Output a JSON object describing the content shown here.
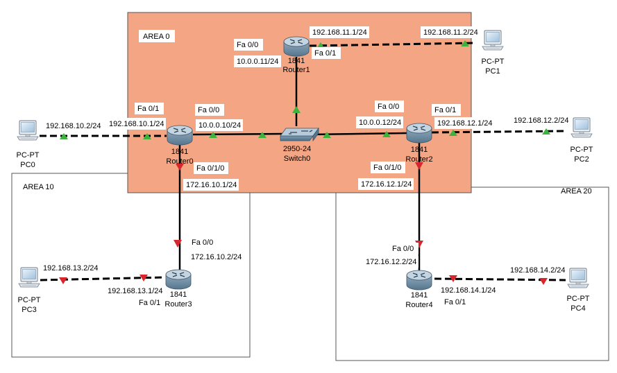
{
  "colors": {
    "area0_fill": "#f4a583",
    "area_border": "#555555",
    "link_up": "#3cb33c",
    "link_down": "#d9262d",
    "router_body": "#7c98ad",
    "router_top": "#b7cbd8",
    "switch_body": "#6f8ea6"
  },
  "areas": [
    {
      "id": "area0",
      "label": "AREA 0"
    },
    {
      "id": "area10",
      "label": "AREA 10"
    },
    {
      "id": "area20",
      "label": "AREA 20"
    }
  ],
  "devices": {
    "router0": {
      "model": "1841",
      "name": "Router0"
    },
    "router1": {
      "model": "1841",
      "name": "Router1"
    },
    "router2": {
      "model": "1841",
      "name": "Router2"
    },
    "router3": {
      "model": "1841",
      "name": "Router3"
    },
    "router4": {
      "model": "1841",
      "name": "Router4"
    },
    "switch0": {
      "model": "2950-24",
      "name": "Switch0"
    },
    "pc0": {
      "model": "PC-PT",
      "name": "PC0"
    },
    "pc1": {
      "model": "PC-PT",
      "name": "PC1"
    },
    "pc2": {
      "model": "PC-PT",
      "name": "PC2"
    },
    "pc3": {
      "model": "PC-PT",
      "name": "PC3"
    },
    "pc4": {
      "model": "PC-PT",
      "name": "PC4"
    }
  },
  "labels": {
    "r1_fa00": "Fa 0/0",
    "r1_ip_fa00": "10.0.0.11/24",
    "r1_ip_fa01": "192.168.11.1/24",
    "r1_fa01": "Fa 0/1",
    "pc1_ip": "192.168.11.2/24",
    "pc0_ip": "192.168.10.2/24",
    "r0_fa01": "Fa 0/1",
    "r0_ip_fa01": "192.168.10.1/24",
    "r0_fa00": "Fa 0/0",
    "r0_ip_fa00": "10.0.0.10/24",
    "r0_fa010": "Fa 0/1/0",
    "r0_ip_fa010": "172.16.10.1/24",
    "r2_fa00": "Fa 0/0",
    "r2_ip_fa00": "10.0.0.12/24",
    "r2_fa01": "Fa 0/1",
    "r2_ip_fa01": "192.168.12.1/24",
    "pc2_ip": "192.168.12.2/24",
    "r2_fa010": "Fa 0/1/0",
    "r2_ip_fa010": "172.16.12.1/24",
    "r3_fa00": "Fa 0/0",
    "r3_ip_fa00": "172.16.10.2/24",
    "pc3_ip": "192.168.13.2/24",
    "r3_ip_fa01": "192.168.13.1/24",
    "r3_fa01": "Fa 0/1",
    "r4_fa00": "Fa 0/0",
    "r4_ip_fa00": "172.16.12.2/24",
    "r4_ip_fa01": "192.168.14.1/24",
    "r4_fa01": "Fa 0/1",
    "pc4_ip": "192.168.14.2/24"
  }
}
